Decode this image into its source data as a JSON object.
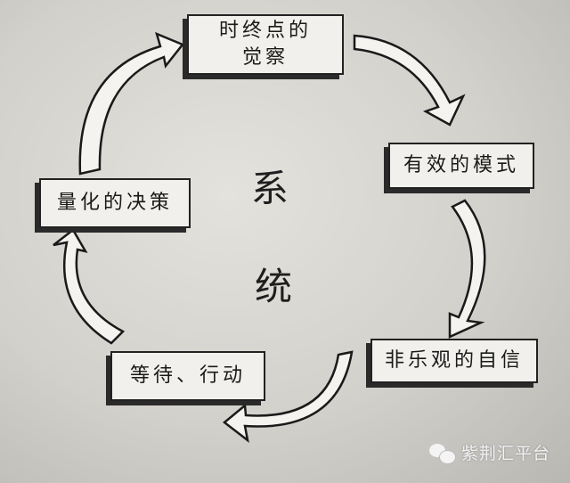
{
  "title": "系统",
  "center_text": [
    "系",
    "统"
  ],
  "nodes": [
    {
      "label_line1": "时终点的",
      "label_line2": "觉察"
    },
    {
      "label": "有效的模式"
    },
    {
      "label": "非乐观的自信"
    },
    {
      "label": "等待、行动"
    },
    {
      "label": "量化的决策"
    }
  ],
  "watermark": {
    "icon": "wechat-icon",
    "text": "紫荆汇平台"
  }
}
